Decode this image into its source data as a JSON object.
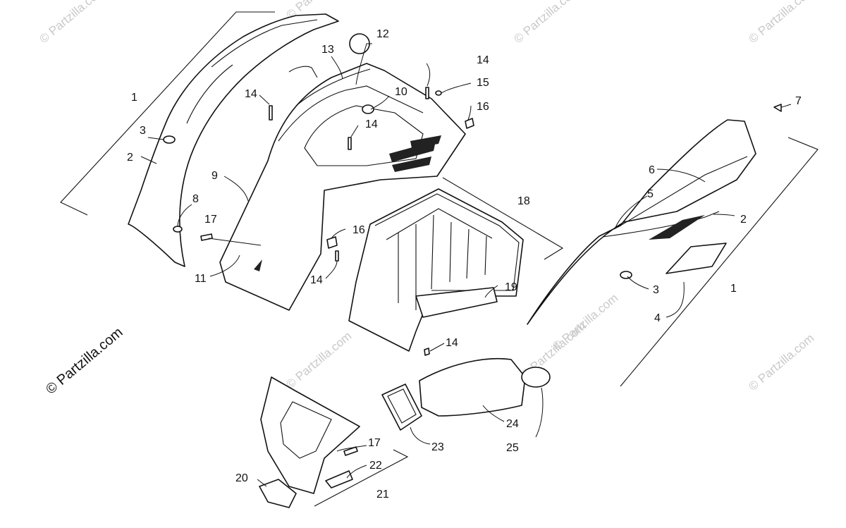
{
  "watermarks": {
    "text": "© Partzilla.com",
    "main": "© Partzilla.com"
  },
  "callouts": {
    "c1a": "1",
    "c1b": "1",
    "c2a": "2",
    "c2b": "2",
    "c3a": "3",
    "c3b": "3",
    "c4": "4",
    "c5": "5",
    "c6": "6",
    "c7": "7",
    "c8": "8",
    "c9": "9",
    "c10": "10",
    "c11": "11",
    "c12": "12",
    "c13": "13",
    "c14a": "14",
    "c14b": "14",
    "c14c": "14",
    "c14d": "14",
    "c14e": "14",
    "c15": "15",
    "c16a": "16",
    "c16b": "16",
    "c17a": "17",
    "c17b": "17",
    "c18": "18",
    "c19": "19",
    "c20": "20",
    "c21": "21",
    "c22": "22",
    "c23": "23",
    "c24": "24",
    "c25": "25"
  }
}
